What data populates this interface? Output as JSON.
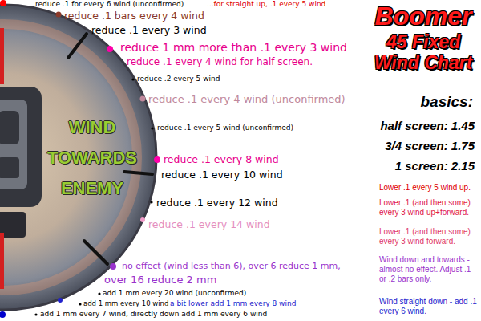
{
  "diagram": {
    "title": "Boomer 45 Fixed Wind Chart",
    "nodes": [
      {
        "text": [
          "WIND TOWARDS ENEMY"
        ]
      }
    ],
    "labels": [
      "reduce .1 for every 6 wind (unconfirmed)",
      "...for straight up, .1 every 5 wind",
      "reduce .1 bars every 4 wind",
      "reduce .1 every 3 wind",
      "reduce 1 mm more than .1 every 3 wind",
      "reduce .1 every 4 wind for half screen.",
      "reduce .2 every 5 wind",
      "reduce .1 every 4 wind (unconfirmed)",
      "reduce .1 every 5 wind (unconfirmed)",
      "reduce .1 every 8 wind",
      "reduce .1 every 10 wind",
      "reduce .1 every 12 wind",
      "reduce .1 every 14 wind",
      "no effect (wind less than 6), over 6 reduce 1 mm,",
      "over 16 reduce 2 mm",
      "add 1 mm every 20 wind (unconfirmed)",
      "add 1 mm every 10 wind",
      "a bit lower add 1 mm every 8 wind",
      "add 1 mm every 7 wind, directly down add 1 mm every 6 wind",
      "basics:",
      "half screen: 1.45",
      "3/4 screen: 1.75",
      "1 screen: 2.15",
      "Lower .1 every 5 wind up.",
      "Lower .1 (and then some) every 3 wind up+forward.",
      "Lower .1 (and then some) every 3 wind forward.",
      "Wind down and towards - almost no effect. Adjust .1 or .2 bars only.",
      "Wind straight down - add .1 every 6 wind."
    ]
  }
}
